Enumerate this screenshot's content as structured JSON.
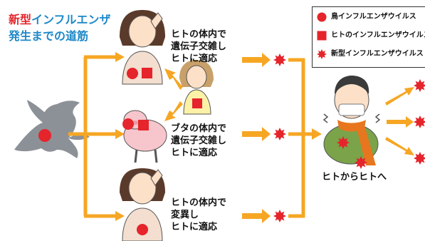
{
  "title": {
    "line1_red": "新型",
    "line1_blue": "インフルエンザ",
    "line2": "発生までの道筋"
  },
  "colors": {
    "virus_red": "#e5242b",
    "arrow_orange": "#f6a623",
    "bird_grey": "#8c9198",
    "title_blue": "#1e88c8"
  },
  "routes": [
    {
      "lines": [
        "ヒトの体内で",
        "遺伝子交雑し",
        "ヒトに適応"
      ]
    },
    {
      "lines": [
        "ブタの体内で",
        "遺伝子交雑し",
        "ヒトに適応"
      ]
    },
    {
      "lines": [
        "ヒトの体内で",
        "変異し",
        "ヒトに適応"
      ]
    }
  ],
  "result_label": "ヒトからヒトへ",
  "legend": [
    {
      "icon": "red-circle-icon",
      "text": "鳥インフルエンザウイルス"
    },
    {
      "icon": "red-square-icon",
      "text": "ヒトのインフルエンザウイルス"
    },
    {
      "icon": "red-starburst-icon",
      "text": "新型インフルエンザウイルス"
    }
  ]
}
